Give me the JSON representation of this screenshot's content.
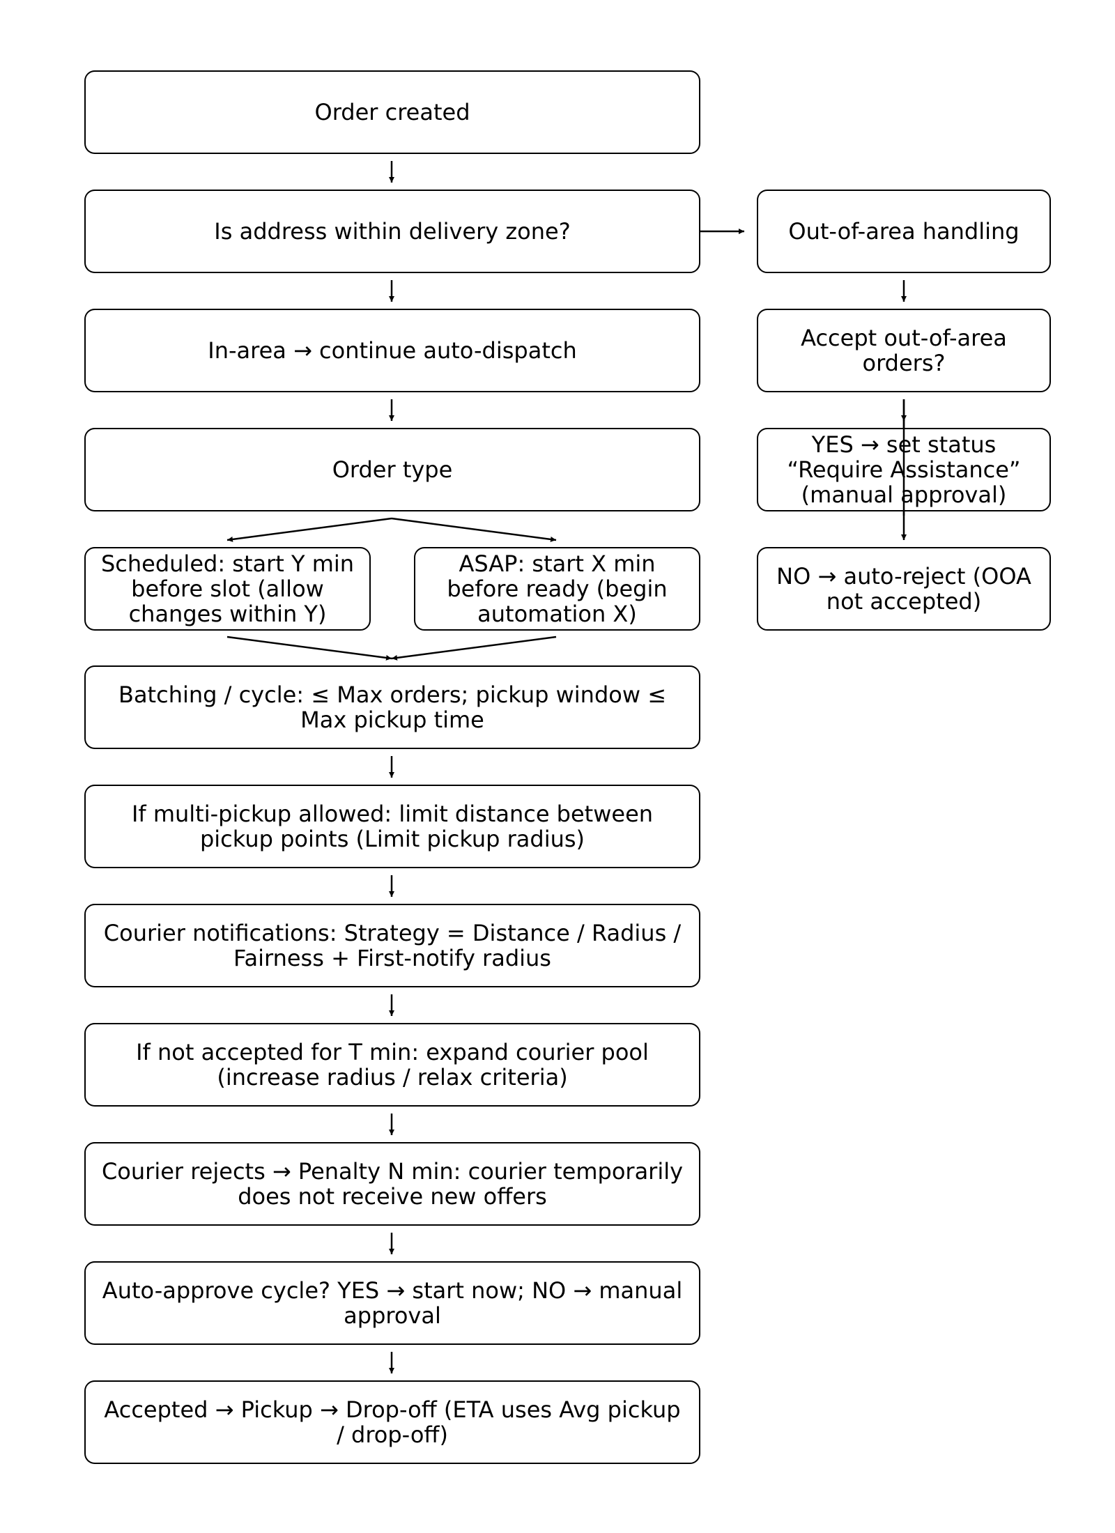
{
  "nodes": {
    "order_created": "Order created",
    "zone_check": "Is address within delivery zone?",
    "in_area": "In-area → continue auto-dispatch",
    "order_type": "Order type",
    "scheduled": "Scheduled: start Y min before slot (allow changes within Y)",
    "asap": "ASAP: start X min before ready (begin automation X)",
    "batching": "Batching / cycle: ≤ Max orders; pickup window ≤ Max pickup time",
    "multi_pickup": "If multi-pickup allowed: limit distance between pickup points (Limit pickup radius)",
    "notifications": "Courier notifications: Strategy = Distance / Radius / Fairness + First-notify radius",
    "not_accepted": "If not accepted for T min: expand courier pool (increase radius / relax criteria)",
    "courier_rejects": "Courier rejects → Penalty N min: courier temporarily does not receive new offers",
    "auto_approve": "Auto-approve cycle? YES → start now; NO → manual approval",
    "accepted": "Accepted → Pickup → Drop-off (ETA uses Avg pickup / drop-off)",
    "out_of_area": "Out-of-area handling",
    "accept_ooa": "Accept out-of-area orders?",
    "yes_status": "YES → set status “Require Assistance” (manual approval)",
    "no_reject": "NO → auto-reject (OOA not accepted)"
  },
  "colors": {
    "stroke": "#000000",
    "fill": "#ffffff",
    "background": "#ffffff"
  }
}
